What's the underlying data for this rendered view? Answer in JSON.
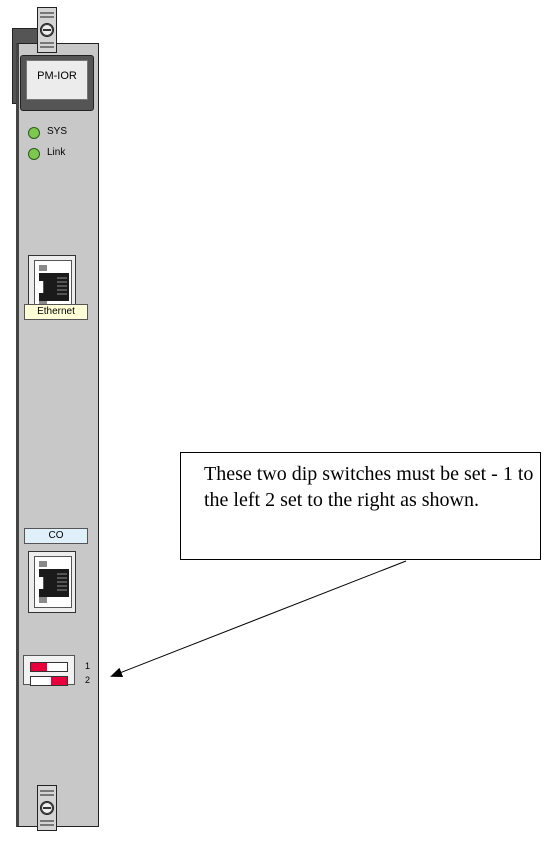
{
  "module": {
    "name": "PM-IOR"
  },
  "leds": [
    {
      "label": "SYS",
      "color": "#7ec850"
    },
    {
      "label": "Link",
      "color": "#7ec850"
    }
  ],
  "ports": {
    "ethernet_label": "Ethernet",
    "co_label": "CO"
  },
  "dip_switches": {
    "switches": [
      {
        "number": "1",
        "position": "left"
      },
      {
        "number": "2",
        "position": "right"
      }
    ],
    "slider_color": "#e8003c"
  },
  "callout": {
    "text": "These two dip switches must be set - 1 to the left 2 set to the right as shown."
  }
}
